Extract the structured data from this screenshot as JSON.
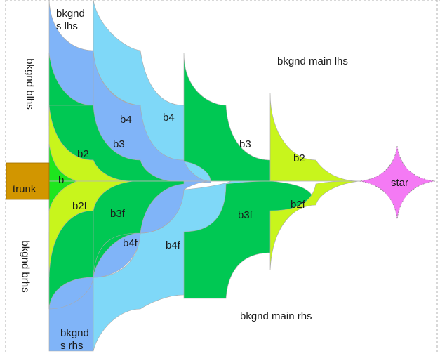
{
  "colors": {
    "light_green": "#c8f51c",
    "green": "#00c853",
    "bright_green": "#1ee61e",
    "blue": "#80b4f8",
    "cyan": "#7fd8f8",
    "trunk": "#d29600",
    "star": "#f47af4"
  },
  "labels": {
    "bkgnd_slhs": "bkgnd s lhs",
    "bkgnd_blhs": "bkgnd blhs",
    "bkgnd_main_lhs": "bkgnd main lhs",
    "b4_a": "b4",
    "b4_b": "b4",
    "b3_a": "b3",
    "b3_b": "b3",
    "b2_a": "b2",
    "b2_b": "b2",
    "trunk": "trunk",
    "b": "b",
    "star": "star",
    "b2f_a": "b2f",
    "b2f_b": "b2f",
    "b3f_a": "b3f",
    "b3f_b": "b3f",
    "b4f_a": "b4f",
    "b4f_b": "b4f",
    "bkgnd_brhs": "bkgnd brhs",
    "bkgnd_main_rhs": "bkgnd main rhs",
    "bkgnd_srhs": "bkgnd s rhs"
  }
}
